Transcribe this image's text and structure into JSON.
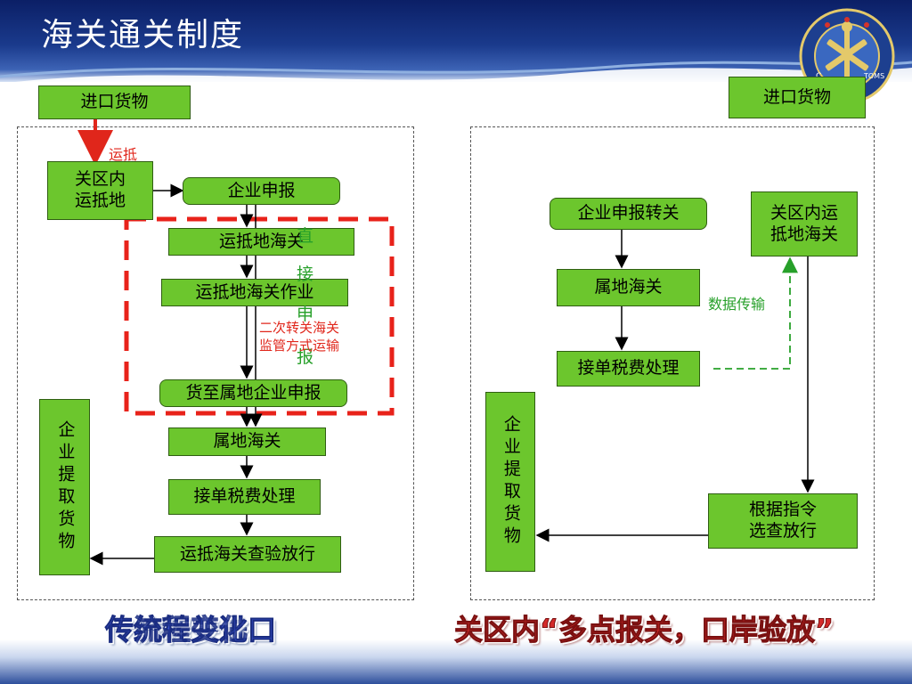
{
  "slide": {
    "title": "海关通关制度"
  },
  "emblem": {
    "ring_text": "CUSTOMS",
    "ring_text_left": "C",
    "ring_text_right": "TOMS"
  },
  "left_flow": {
    "start": "进口货物",
    "arrow_label": "运抵",
    "arrival": "关区内\n运抵地",
    "declare": "企业申报",
    "dest_customs": "运抵地海关",
    "dest_ops": "运抵地海关作业",
    "note": "二次转关海关\n监管方式运输",
    "direct_declare": [
      "直",
      "接",
      "申",
      "报"
    ],
    "goods_arrive": "货至属地企业申报",
    "local_customs": "属地海关",
    "tax": "接单税费处理",
    "release": "运抵海关查验放行",
    "pickup": "企业提取货物"
  },
  "right_flow": {
    "start": "进口货物",
    "declare_transfer": "企业申报转关",
    "local_customs": "属地海关",
    "tax": "接单税费处理",
    "inner_customs": "关区内运\n抵地海关",
    "data_transfer": "数据传输",
    "release": "根据指令\n选查放行",
    "pickup": "企业提取货物"
  },
  "captions": {
    "left_a": "传统转关进口",
    "left_b": "流程变化",
    "right": "关区内“多点报关，口岸验放”"
  }
}
